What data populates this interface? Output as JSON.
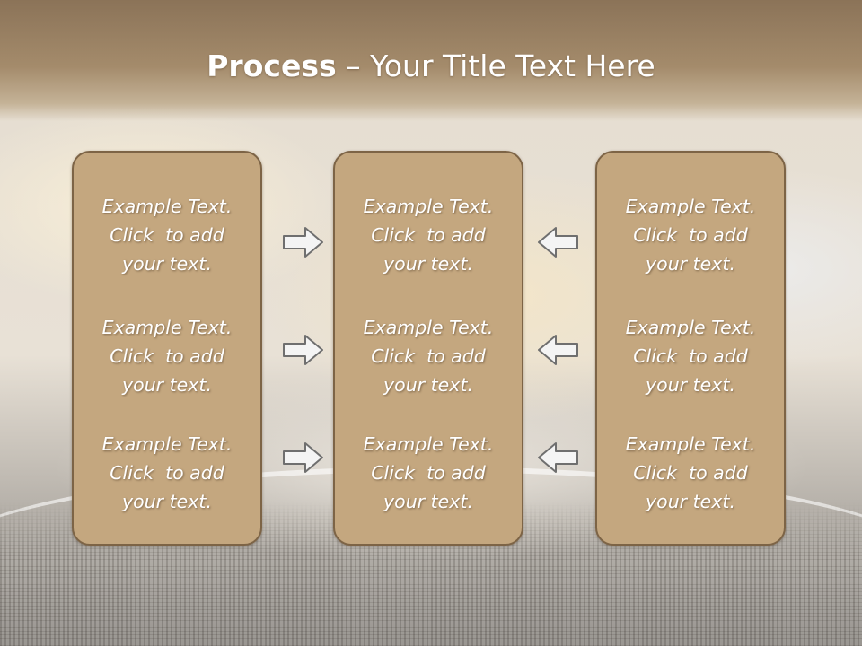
{
  "title": {
    "bold": "Process",
    "rest": " – Your Title Text Here"
  },
  "columns": [
    {
      "items": [
        {
          "line1": "Example Text.",
          "line2": "Click  to add",
          "line3": "your text."
        },
        {
          "line1": "Example Text.",
          "line2": "Click  to add",
          "line3": "your text."
        },
        {
          "line1": "Example Text.",
          "line2": "Click  to add",
          "line3": "your text."
        }
      ]
    },
    {
      "items": [
        {
          "line1": "Example Text.",
          "line2": "Click  to add",
          "line3": "your text."
        },
        {
          "line1": "Example Text.",
          "line2": "Click  to add",
          "line3": "your text."
        },
        {
          "line1": "Example Text.",
          "line2": "Click  to add",
          "line3": "your text."
        }
      ]
    },
    {
      "items": [
        {
          "line1": "Example Text.",
          "line2": "Click  to add",
          "line3": "your text."
        },
        {
          "line1": "Example Text.",
          "line2": "Click  to add",
          "line3": "your text."
        },
        {
          "line1": "Example Text.",
          "line2": "Click  to add",
          "line3": "your text."
        }
      ]
    }
  ],
  "arrows": {
    "left_to_center": [
      "arrow-right-icon",
      "arrow-right-icon",
      "arrow-right-icon"
    ],
    "right_to_center": [
      "arrow-left-icon",
      "arrow-left-icon",
      "arrow-left-icon"
    ]
  },
  "colors": {
    "card_fill": "#c4a77f",
    "card_border": "#7d6446",
    "title_band": "#9c8465",
    "text": "#ffffff"
  }
}
